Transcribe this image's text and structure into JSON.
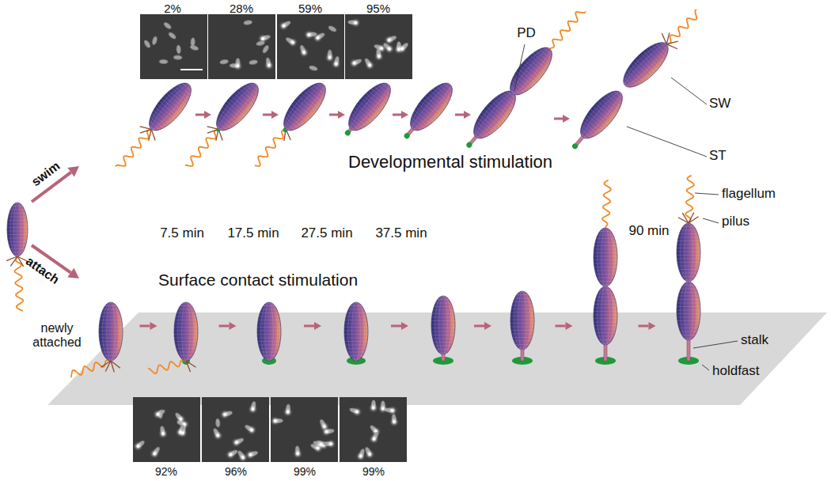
{
  "diagram": {
    "labels": [
      "2%",
      "28%",
      "59%",
      "95%",
      "PD",
      "SW",
      "ST",
      "swim",
      "attach",
      "Developmental stimulation",
      "7.5 min",
      "17.5 min",
      "27.5 min",
      "37.5 min",
      "90 min",
      "flagellum",
      "pilus",
      "newly attached",
      "Surface contact stimulation",
      "stalk",
      "holdfast",
      "92%",
      "96%",
      "99%",
      "99%"
    ]
  }
}
